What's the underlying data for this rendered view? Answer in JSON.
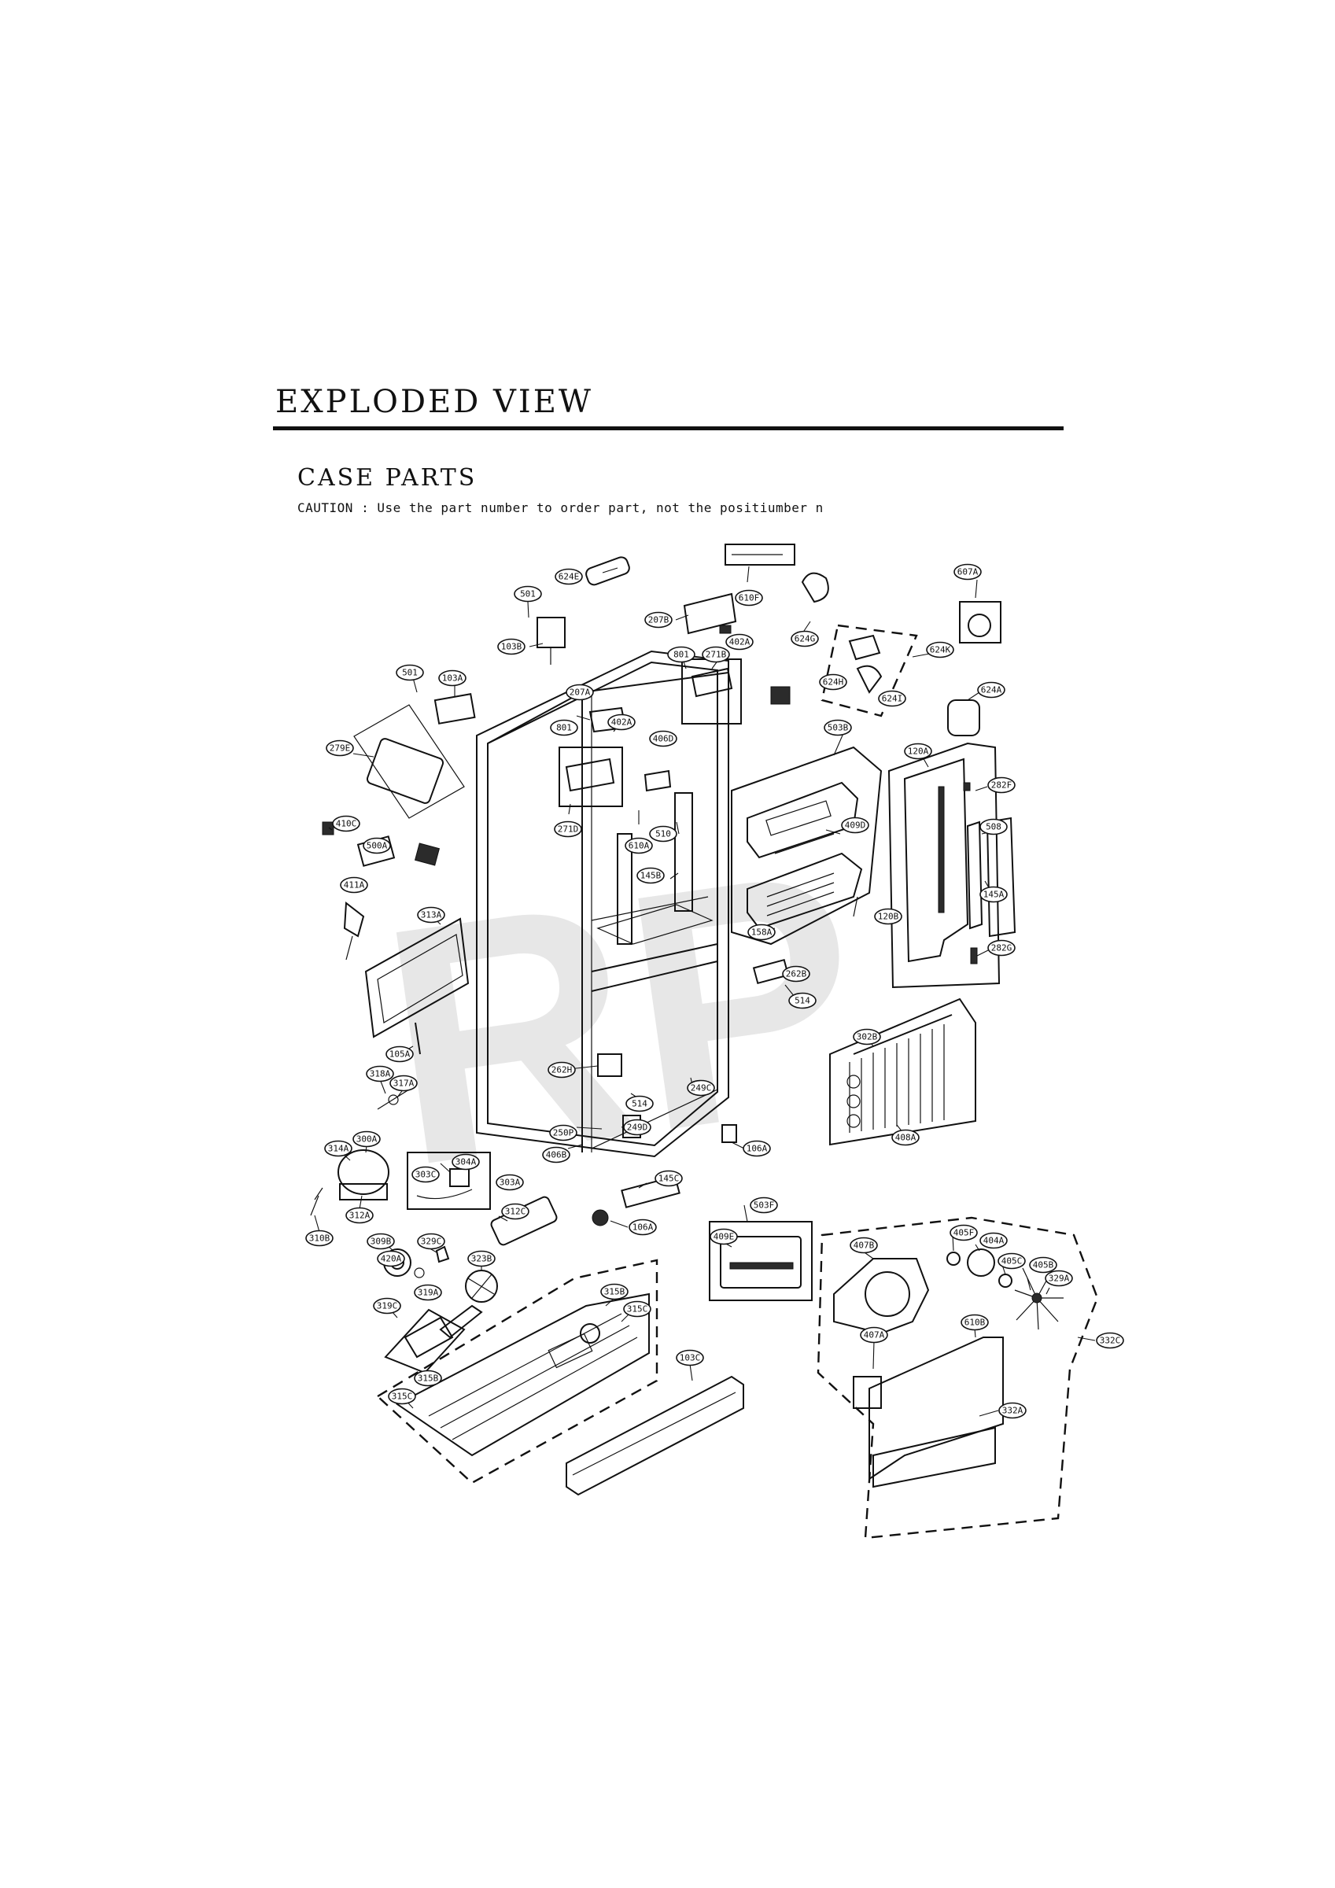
{
  "header": {
    "title": "EXPLODED VIEW",
    "section": "CASE PARTS",
    "caution": "CAUTION : Use the part number to order part, not the positiumber n"
  },
  "watermark": "RP",
  "colors": {
    "ink": "#111111",
    "paper": "#ffffff",
    "watermark": "#d4d4d4"
  },
  "labels": {
    "l624E": "624E",
    "l501a": "501",
    "l610F": "610F",
    "l607A": "607A",
    "l207B": "207B",
    "l402A1": "402A",
    "l624G": "624G",
    "l103B": "103B",
    "l801a": "801",
    "l271B": "271B",
    "l624K": "624K",
    "l501b": "501",
    "l103A": "103A",
    "l207A": "207A",
    "l402A2": "402A",
    "l624H": "624H",
    "l624I": "624I",
    "l624A": "624A",
    "l801b": "801",
    "l503B": "503B",
    "l120A": "120A",
    "l279E": "279E",
    "l406D": "406D",
    "l282F": "282F",
    "l271D": "271D",
    "l409D": "409D",
    "l508": "508",
    "l410C": "410C",
    "l610A": "610A",
    "l510": "510",
    "l500A": "500A",
    "l145B": "145B",
    "l411A": "411A",
    "l145A": "145A",
    "l313A": "313A",
    "l158A": "158A",
    "l120B": "120B",
    "l282G": "282G",
    "l262B": "262B",
    "l514a": "514",
    "l105A": "105A",
    "l302B": "302B",
    "l262H": "262H",
    "l318A": "318A",
    "l317A": "317A",
    "l249C": "249C",
    "l514b": "514",
    "l408A": "408A",
    "l250P": "250P",
    "l249D": "249D",
    "l406B": "406B",
    "l106A1": "106A",
    "l314A": "314A",
    "l300A": "300A",
    "l304A": "304A",
    "l303C": "303C",
    "l303A": "303A",
    "l145C": "145C",
    "l312A": "312A",
    "l310B": "310B",
    "l312C": "312C",
    "l106A2": "106A",
    "l503F": "503F",
    "l405F": "405F",
    "l404A": "404A",
    "l309B": "309B",
    "l329C": "329C",
    "l409E": "409E",
    "l407B": "407B",
    "l405C": "405C",
    "l405B": "405B",
    "l420A": "420A",
    "l323B": "323B",
    "l329A": "329A",
    "l319C": "319C",
    "l319A": "319A",
    "l315B1": "315B",
    "l315C1": "315C",
    "l610B": "610B",
    "l332C": "332C",
    "l407A": "407A",
    "l103C": "103C",
    "l315B2": "315B",
    "l315C2": "315C",
    "l332A": "332A"
  }
}
